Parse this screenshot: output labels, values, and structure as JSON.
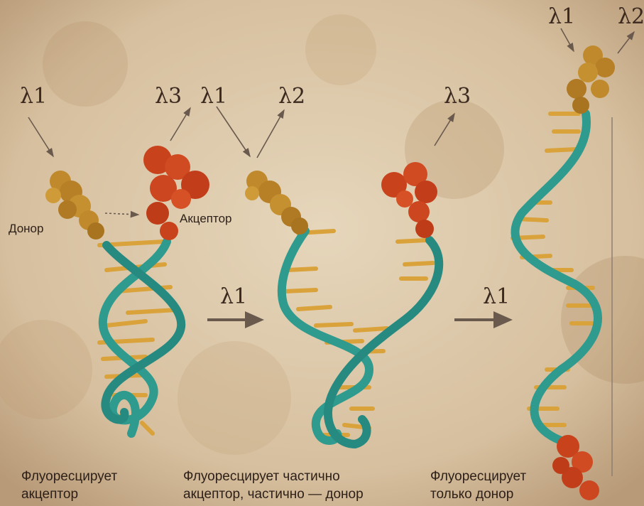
{
  "lambdas": {
    "scene1_l1": "λ1",
    "scene1_l3": "λ3",
    "scene2_l1": "λ1",
    "scene2_l2": "λ2",
    "scene2_l3": "λ3",
    "scene3_l1": "λ1",
    "scene3_l2": "λ2",
    "arrow1_l1": "λ1",
    "arrow2_l1": "λ1"
  },
  "labels": {
    "donor": "Донор",
    "acceptor": "Акцептор"
  },
  "captions": {
    "c1_line1": "Флуоресцирует",
    "c1_line2": "акцептор",
    "c2_line1": "Флуоресцирует частично",
    "c2_line2": "акцептор, частично — донор",
    "c3_line1": "Флуоресцирует",
    "c3_line2": "только донор"
  },
  "colors": {
    "background": "#d8c4a6",
    "dna_strand": "#2f9a8e",
    "base_pairs": "#d9a23a",
    "donor": "#c08a2c",
    "acceptor": "#c8421c",
    "arrow": "#6a5a4e"
  }
}
